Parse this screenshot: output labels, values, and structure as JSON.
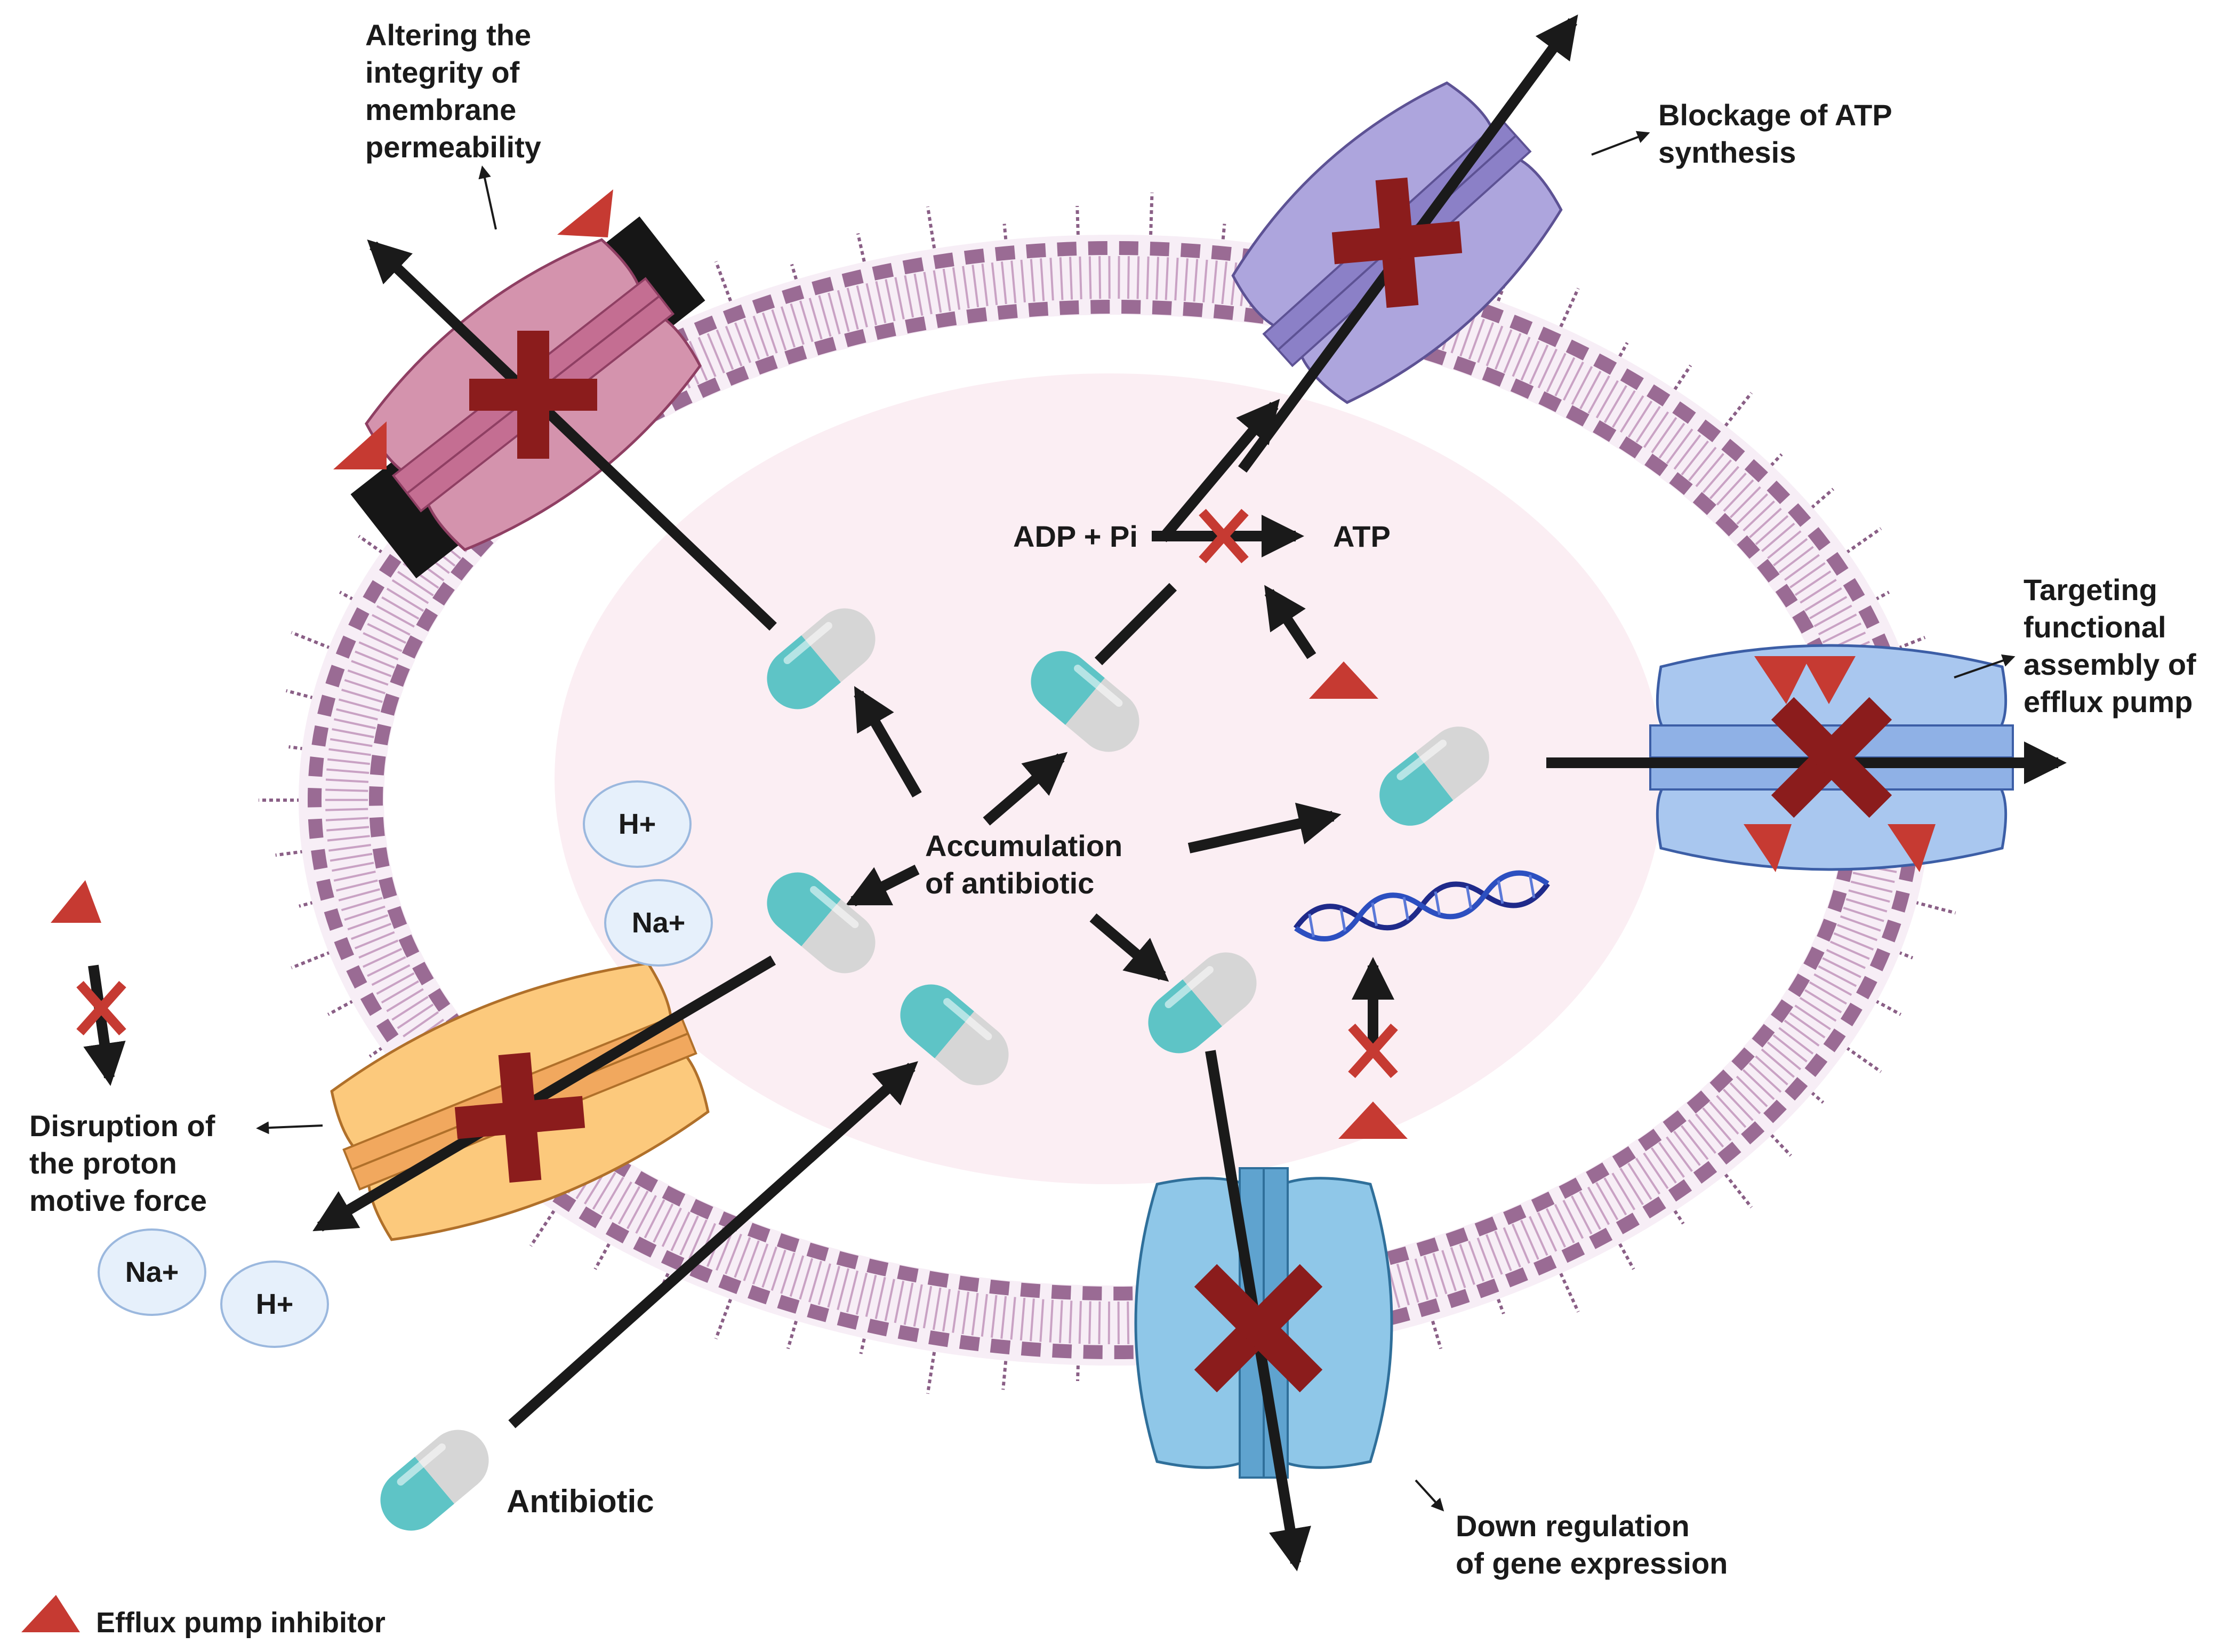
{
  "labels": {
    "membrane_integrity": [
      "Altering the",
      "integrity of",
      "membrane",
      "permeability"
    ],
    "atp_blockage": [
      "Blockage of ATP",
      "synthesis"
    ],
    "targeting_assembly": [
      "Targeting",
      "functional",
      "assembly of",
      "efflux pump"
    ],
    "proton_force": [
      "Disruption of",
      "the proton",
      "motive force"
    ],
    "gene_expression": [
      "Down regulation",
      "of gene expression"
    ],
    "accumulation": [
      "Accumulation",
      "of antibiotic"
    ],
    "antibiotic": "Antibiotic",
    "adp": "ADP + Pi",
    "atp": "ATP"
  },
  "ions": {
    "inside_h": "H+",
    "inside_na": "Na+",
    "outside_na": "Na+",
    "outside_h": "H+"
  },
  "legend": {
    "label": "Efflux pump inhibitor"
  },
  "colors": {
    "membrane": "#9a6b94",
    "cytoplasm": "#fbeef3",
    "inhibitor": "#c63a32",
    "block_cross": "#8b1c1c",
    "pump_pink": "#d493ad",
    "pump_purple": "#ada5dd",
    "pump_blue": "#a9c7ef",
    "pump_orange": "#fcc97c",
    "pump_sky": "#8fc7e8",
    "capsule_teal": "#5ec4c6",
    "capsule_gray": "#d6d6d6"
  }
}
